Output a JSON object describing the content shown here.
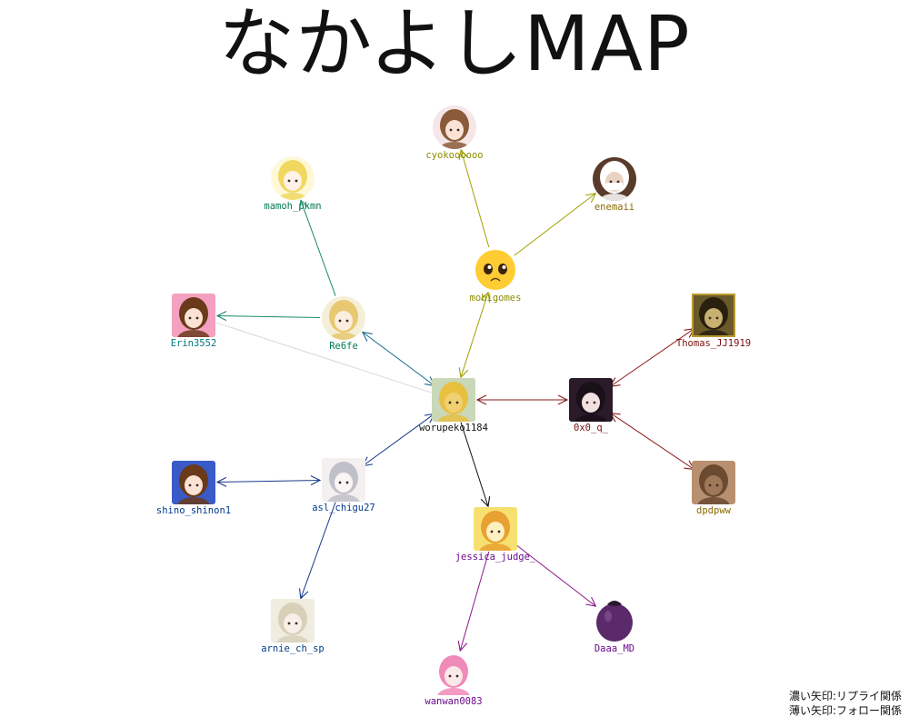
{
  "title": "なかよしMAP",
  "legend": {
    "dark": "濃い矢印:リプライ関係",
    "light": "薄い矢印:フォロー関係"
  },
  "nodes": [
    {
      "id": "cyokoooooo",
      "label": "cyokoooooo",
      "color": "#8a8a00",
      "icon": "girl-avatar-icon"
    },
    {
      "id": "enemaii",
      "label": "enemaii",
      "color": "#8a6a00",
      "icon": "masked-face-avatar-icon"
    },
    {
      "id": "mamoh_pkmn",
      "label": "mamoh_pkmn",
      "color": "#007a55",
      "icon": "anime-girl-avatar-icon"
    },
    {
      "id": "mobigomes",
      "label": "mobigomes",
      "color": "#8a8a00",
      "icon": "pleading-face-emoji-icon"
    },
    {
      "id": "Erin3552",
      "label": "Erin3552",
      "color": "#007a7a",
      "icon": "chibi-girl-avatar-icon"
    },
    {
      "id": "Re6fe",
      "label": "Re6fe",
      "color": "#007a55",
      "icon": "blonde-girl-avatar-icon"
    },
    {
      "id": "Thomas_JJ1919",
      "label": "Thomas_JJ1919",
      "color": "#7a1010",
      "icon": "portrait-avatar-icon"
    },
    {
      "id": "worupeko1184",
      "label": "worupeko1184",
      "color": "#111111",
      "icon": "cat-character-avatar-icon"
    },
    {
      "id": "0x0_q_",
      "label": "0x0_q_",
      "color": "#7a1010",
      "icon": "dark-hair-girl-avatar-icon"
    },
    {
      "id": "shino_shinon1",
      "label": "shino_shinon1",
      "color": "#003a8a",
      "icon": "brown-hair-girl-avatar-icon"
    },
    {
      "id": "asl_chigu27",
      "label": "asl_chigu27",
      "color": "#003a8a",
      "icon": "sketch-avatar-icon"
    },
    {
      "id": "dpdpww",
      "label": "dpdpww",
      "color": "#8a6a00",
      "icon": "dog-avatar-icon"
    },
    {
      "id": "jessica_judge_",
      "label": "jessica_judge_",
      "color": "#6a0a8a",
      "icon": "golden-character-avatar-icon"
    },
    {
      "id": "arnie_ch_sp",
      "label": "arnie_ch_sp",
      "color": "#003a8a",
      "icon": "pale-hair-avatar-icon"
    },
    {
      "id": "Daaa_MD",
      "label": "Daaa_MD",
      "color": "#6a0a8a",
      "icon": "purple-fruit-avatar-icon"
    },
    {
      "id": "wanwan0083",
      "label": "wanwan0083",
      "color": "#6a0a8a",
      "icon": "pink-hair-girl-avatar-icon"
    }
  ],
  "edges": [
    {
      "from": "mobigomes",
      "to": "cyokoooooo",
      "dir": "forward",
      "type": "reply",
      "color": "#a0a000"
    },
    {
      "from": "mobigomes",
      "to": "enemaii",
      "dir": "forward",
      "type": "reply",
      "color": "#a0a000"
    },
    {
      "from": "worupeko1184",
      "to": "mobigomes",
      "dir": "both",
      "type": "reply",
      "color": "#a0a000"
    },
    {
      "from": "Re6fe",
      "to": "mamoh_pkmn",
      "dir": "forward",
      "type": "reply",
      "color": "#1a8a6a"
    },
    {
      "from": "Re6fe",
      "to": "Erin3552",
      "dir": "forward",
      "type": "reply",
      "color": "#1a8a6a"
    },
    {
      "from": "worupeko1184",
      "to": "Re6fe",
      "dir": "both",
      "type": "reply",
      "color": "#1a6a8a"
    },
    {
      "from": "worupeko1184",
      "to": "Erin3552",
      "dir": "none",
      "type": "follow",
      "color": "#d8d8d8"
    },
    {
      "from": "worupeko1184",
      "to": "0x0_q_",
      "dir": "both",
      "type": "reply",
      "color": "#8a1a1a"
    },
    {
      "from": "0x0_q_",
      "to": "Thomas_JJ1919",
      "dir": "both",
      "type": "reply",
      "color": "#8a1a1a"
    },
    {
      "from": "0x0_q_",
      "to": "dpdpww",
      "dir": "both",
      "type": "reply",
      "color": "#8a1a1a"
    },
    {
      "from": "worupeko1184",
      "to": "asl_chigu27",
      "dir": "both",
      "type": "reply",
      "color": "#1a3a8a"
    },
    {
      "from": "asl_chigu27",
      "to": "shino_shinon1",
      "dir": "both",
      "type": "reply",
      "color": "#1a3a8a"
    },
    {
      "from": "asl_chigu27",
      "to": "arnie_ch_sp",
      "dir": "forward",
      "type": "reply",
      "color": "#1a3a8a"
    },
    {
      "from": "worupeko1184",
      "to": "jessica_judge_",
      "dir": "forward",
      "type": "reply",
      "color": "#111111"
    },
    {
      "from": "jessica_judge_",
      "to": "Daaa_MD",
      "dir": "forward",
      "type": "reply",
      "color": "#8a1a8a"
    },
    {
      "from": "jessica_judge_",
      "to": "wanwan0083",
      "dir": "forward",
      "type": "reply",
      "color": "#8a1a8a"
    }
  ]
}
